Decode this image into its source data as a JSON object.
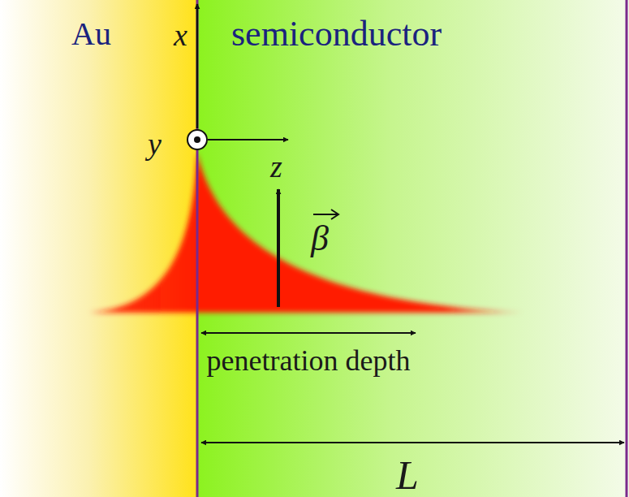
{
  "diagram": {
    "nodes": [
      {
        "text": [
          "Au"
        ]
      },
      {
        "text": [
          "semiconductor"
        ]
      }
    ],
    "labels": [
      "x",
      "y",
      "z",
      "β",
      "penetration depth",
      "L"
    ]
  }
}
